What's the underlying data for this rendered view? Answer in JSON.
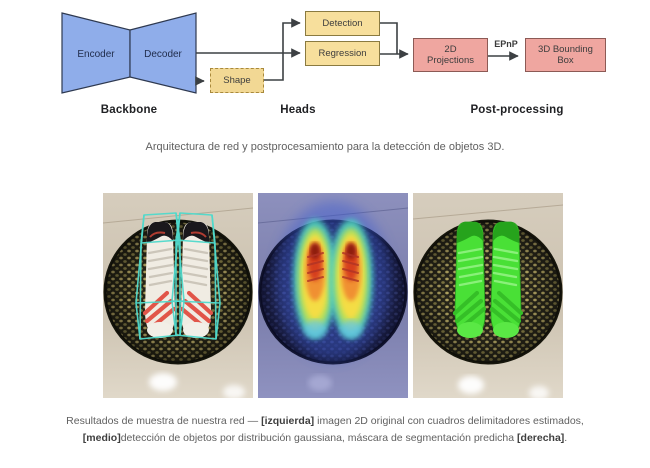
{
  "diagram": {
    "backbone": {
      "encoder": "Encoder",
      "decoder": "Decoder",
      "label": "Backbone"
    },
    "heads": {
      "detection": "Detection",
      "regression": "Regression",
      "shape": "Shape",
      "label": "Heads"
    },
    "postprocessing": {
      "projections_line1": "2D",
      "projections_line2": "Projections",
      "epnp": "EPnP",
      "bbox_line1": "3D Bounding",
      "bbox_line2": "Box",
      "label": "Post-processing"
    }
  },
  "captions": {
    "figure1": "Arquitectura de red y postprocesamiento para la detección de objetos 3D.",
    "figure2": {
      "part1": "Resultados de muestra de nuestra red — ",
      "bold1": "[izquierda]",
      "part2": " imagen 2D original con cuadros delimitadores estimados,",
      "bold2": "[medio]",
      "part3": "detección de objetos por distribución gaussiana, máscara de segmentación predicha ",
      "bold3": "[derecha]",
      "part4": "."
    }
  },
  "colors": {
    "backbone_fill": "#8fadea",
    "heads_fill": "#f7df9c",
    "post_fill": "#efa6a0",
    "connector": "#3c4043",
    "wireframe_cyan": "#4fd9cb",
    "mask_green": "#49e036",
    "heat_red": "#d43b1e",
    "heat_orange": "#f09030",
    "heat_yellow": "#f4dd44",
    "heat_teal": "#4fd0c0",
    "heat_glow_blue": "#3d5bd0"
  }
}
